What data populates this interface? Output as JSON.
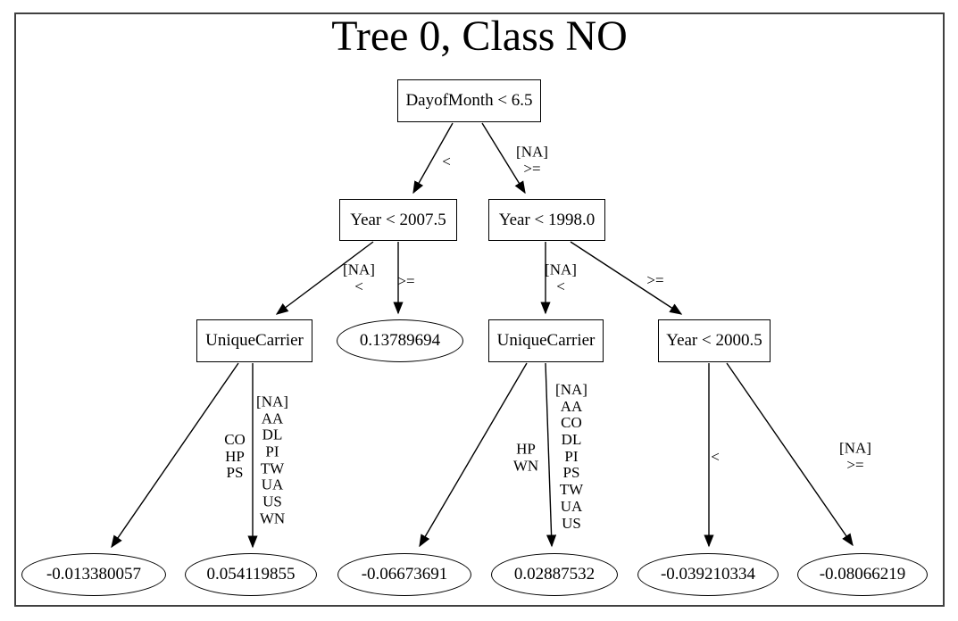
{
  "title": "Tree 0, Class NO",
  "nodes": [
    {
      "id": "root",
      "label": "DayofMonth < 6.5",
      "type": "decision"
    },
    {
      "id": "year2007",
      "label": "Year < 2007.5",
      "type": "decision"
    },
    {
      "id": "year1998",
      "label": "Year < 1998.0",
      "type": "decision"
    },
    {
      "id": "uc_left",
      "label": "UniqueCarrier",
      "type": "decision"
    },
    {
      "id": "leaf_top",
      "label": "0.13789694",
      "type": "leaf"
    },
    {
      "id": "uc_mid",
      "label": "UniqueCarrier",
      "type": "decision"
    },
    {
      "id": "year2000",
      "label": "Year < 2000.5",
      "type": "decision"
    },
    {
      "id": "leaf1",
      "label": "-0.013380057",
      "type": "leaf"
    },
    {
      "id": "leaf2",
      "label": "0.054119855",
      "type": "leaf"
    },
    {
      "id": "leaf3",
      "label": "-0.06673691",
      "type": "leaf"
    },
    {
      "id": "leaf4",
      "label": "0.02887532",
      "type": "leaf"
    },
    {
      "id": "leaf5",
      "label": "-0.039210334",
      "type": "leaf"
    },
    {
      "id": "leaf6",
      "label": "-0.08066219",
      "type": "leaf"
    }
  ],
  "edges": [
    {
      "from": "root",
      "to": "year2007",
      "label": "<"
    },
    {
      "from": "root",
      "to": "year1998",
      "label": "[NA]\n>="
    },
    {
      "from": "year2007",
      "to": "uc_left",
      "label": "[NA]\n<"
    },
    {
      "from": "year2007",
      "to": "leaf_top",
      "label": ">="
    },
    {
      "from": "year1998",
      "to": "uc_mid",
      "label": "[NA]\n<"
    },
    {
      "from": "year1998",
      "to": "year2000",
      "label": ">="
    },
    {
      "from": "uc_left",
      "to": "leaf1",
      "label": "CO\nHP\nPS"
    },
    {
      "from": "uc_left",
      "to": "leaf2",
      "label": "[NA]\nAA\nDL\nPI\nTW\nUA\nUS\nWN"
    },
    {
      "from": "uc_mid",
      "to": "leaf3",
      "label": "HP\nWN"
    },
    {
      "from": "uc_mid",
      "to": "leaf4",
      "label": "[NA]\nAA\nCO\nDL\nPI\nPS\nTW\nUA\nUS"
    },
    {
      "from": "year2000",
      "to": "leaf5",
      "label": "<"
    },
    {
      "from": "year2000",
      "to": "leaf6",
      "label": "[NA]\n>="
    }
  ],
  "colors": {
    "border": "#404040",
    "node_stroke": "#000000",
    "background": "#ffffff",
    "text": "#000000"
  }
}
